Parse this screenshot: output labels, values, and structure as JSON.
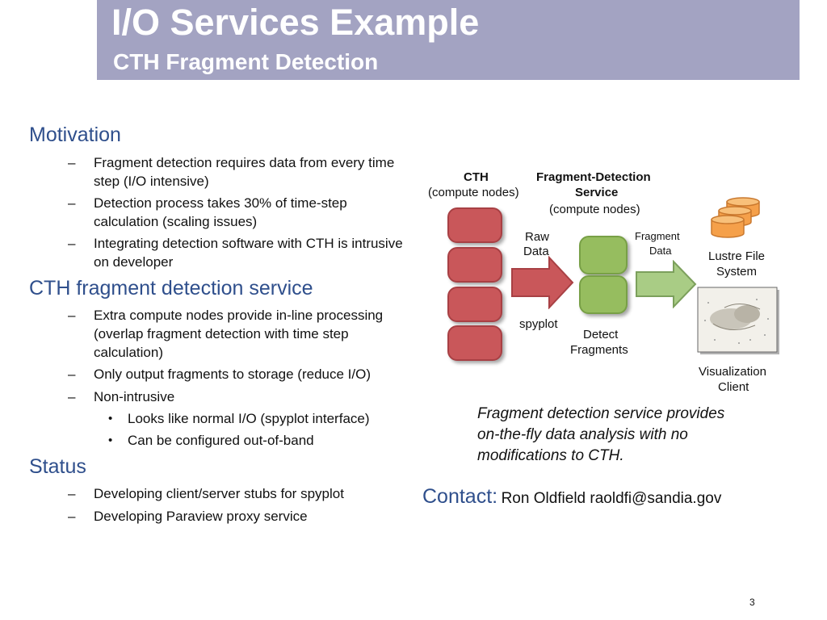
{
  "slide": {
    "title": "I/O Services Example",
    "subtitle": "CTH Fragment Detection",
    "page_number": "3"
  },
  "motivation": {
    "heading": "Motivation",
    "items": [
      "Fragment detection requires data from every time step (I/O intensive)",
      "Detection process takes 30% of time-step calculation (scaling issues)",
      "Integrating detection software with CTH is intrusive on developer"
    ]
  },
  "service": {
    "heading": "CTH fragment detection service",
    "items": [
      "Extra compute nodes provide in-line processing (overlap fragment detection with time step calculation)",
      "Only output fragments to storage (reduce I/O)",
      "Non-intrusive"
    ],
    "sub_items": [
      "Looks like normal I/O (spyplot interface)",
      "Can be configured out-of-band"
    ]
  },
  "status": {
    "heading": "Status",
    "items": [
      "Developing client/server stubs for spyplot",
      "Developing Paraview proxy service"
    ]
  },
  "dash_char": "–",
  "bullet_char": "•",
  "diagram": {
    "cth_title": "CTH",
    "cth_sub": "(compute nodes)",
    "fds_title_line1": "Fragment-Detection",
    "fds_title_line2": "Service",
    "fds_sub": "(compute nodes)",
    "raw_data_line1": "Raw",
    "raw_data_line2": "Data",
    "spyplot": "spyplot",
    "detect_line1": "Detect",
    "detect_line2": "Fragments",
    "fragment_data_line1": "Fragment",
    "fragment_data_line2": "Data",
    "lustre_line1": "Lustre File",
    "lustre_line2": "System",
    "viz_line1": "Visualization",
    "viz_line2": "Client",
    "colors": {
      "cth_node": "#c9575a",
      "fds_node": "#96bd5f",
      "storage": "#f5a04a",
      "arrow_red": "#c9575a",
      "arrow_green": "#a9cc85"
    }
  },
  "caption_lines": [
    "Fragment detection service provides",
    "on-the-fly data analysis with no",
    "modifications to CTH."
  ],
  "contact": {
    "label": "Contact:",
    "text": "Ron Oldfield raoldfi@sandia.gov"
  }
}
